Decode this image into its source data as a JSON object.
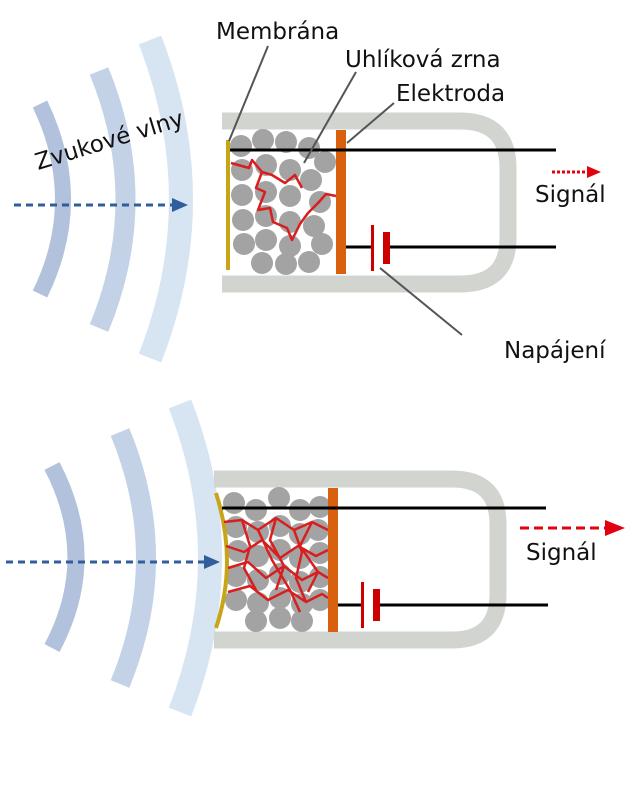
{
  "labels": {
    "membrane": "Membrána",
    "carbon_grains": "Uhlíková zrna",
    "electrode": "Elektroda",
    "sound_waves": "Zvukové vlny",
    "signal_top": "Signál",
    "power": "Napájení",
    "signal_bottom": "Signál"
  },
  "colors": {
    "wave_dark": "#b3c2dc",
    "wave_mid": "#c3d2e6",
    "wave_light": "#d7e4f2",
    "arrow_blue": "#2f5e9a",
    "signal_red": "#e3000f",
    "casing": "#d2d4d0",
    "membrane": "#c8a418",
    "electrode": "#d9600f",
    "grain": "#a3a3a3",
    "current_path": "#d81e1e",
    "battery": "#cc0000"
  }
}
